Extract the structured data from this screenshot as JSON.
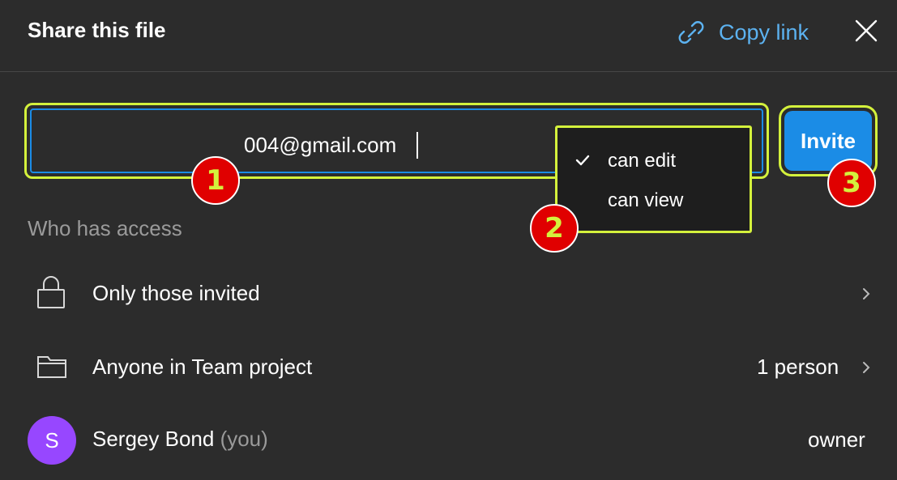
{
  "header": {
    "title": "Share this file",
    "copy_link_label": "Copy link",
    "copy_link_icon": "link-icon",
    "close_icon": "close-icon"
  },
  "invite_form": {
    "email_value": "004@gmail.com",
    "permission_options": [
      {
        "label": "can edit",
        "selected": true
      },
      {
        "label": "can view",
        "selected": false
      }
    ],
    "invite_label": "Invite"
  },
  "annotations": [
    "1",
    "2",
    "3"
  ],
  "access": {
    "section_label": "Who has access",
    "rows": [
      {
        "icon": "lock-icon",
        "label": "Only those invited",
        "right": ""
      },
      {
        "icon": "folder-icon",
        "label": "Anyone in Team project",
        "right": "1 person"
      }
    ],
    "owner": {
      "avatar_initial": "S",
      "name": "Sergey Bond",
      "suffix": "(you)",
      "role": "owner"
    }
  },
  "colors": {
    "background": "#2c2c2c",
    "accent_blue": "#1b8ce6",
    "link_blue": "#5cb2f0",
    "highlight": "#d4f13c",
    "badge_red": "#e00000",
    "avatar_purple": "#9747ff"
  }
}
